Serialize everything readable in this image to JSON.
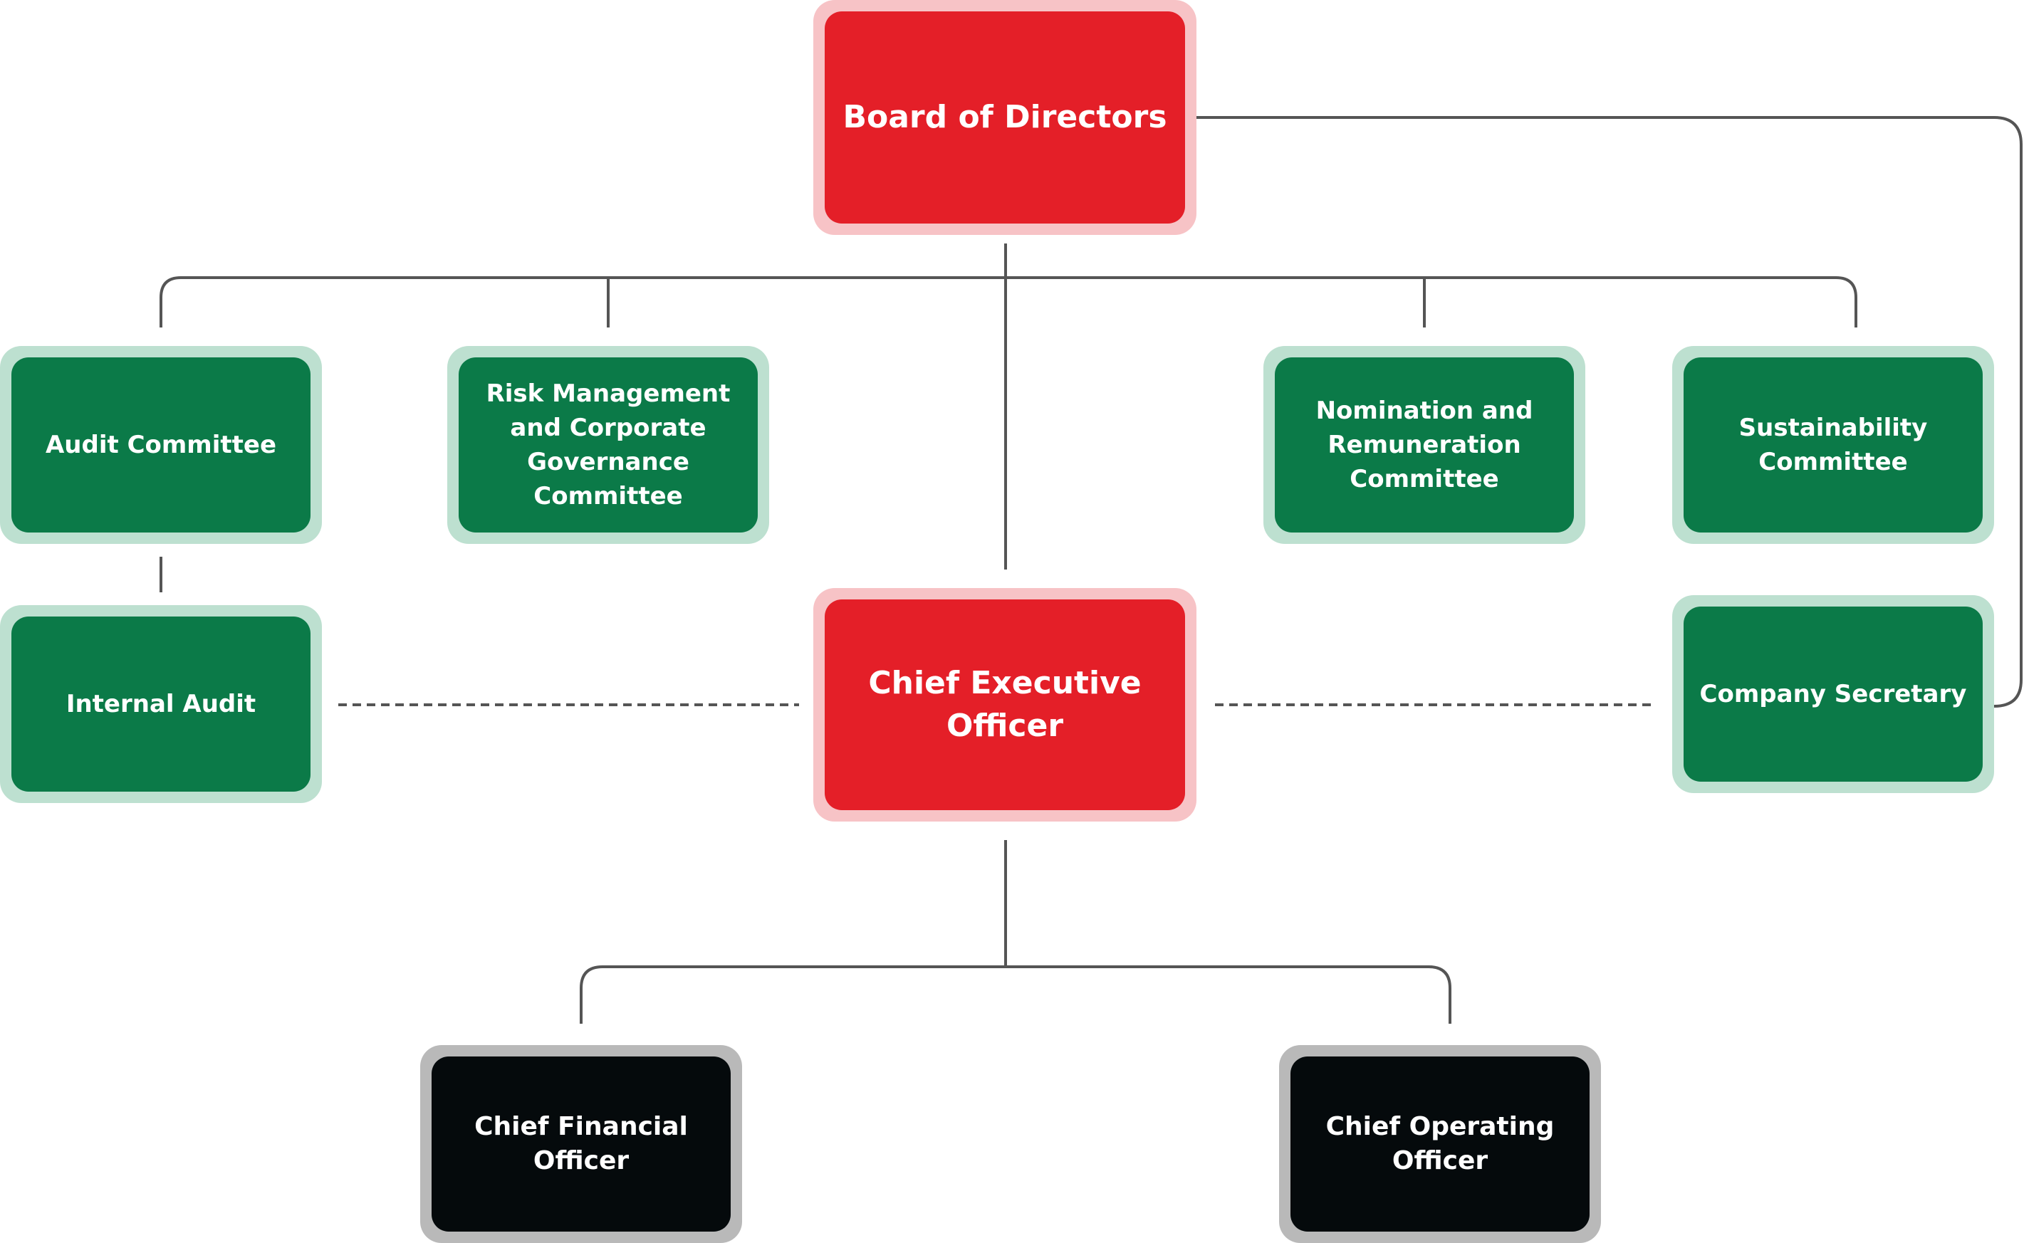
{
  "nodes": {
    "board": {
      "label": "Board of Directors"
    },
    "ceo": {
      "label": "Chief Executive\nOfficer"
    },
    "audit_committee": {
      "label": "Audit Committee"
    },
    "risk_committee": {
      "label": "Risk Management\nand Corporate\nGovernance\nCommittee"
    },
    "nomination_committee": {
      "label": "Nomination and\nRemuneration\nCommittee"
    },
    "sustainability_committee": {
      "label": "Sustainability\nCommittee"
    },
    "internal_audit": {
      "label": "Internal Audit"
    },
    "company_secretary": {
      "label": "Company Secretary"
    },
    "cfo": {
      "label": "Chief Financial\nOfficer"
    },
    "coo": {
      "label": "Chief Operating\nOfficer"
    }
  },
  "colors": {
    "executive": "#e41f28",
    "executive_border": "#f7c3c6",
    "committee": "#0b7a48",
    "committee_border": "#bde0d0",
    "officer": "#050a0c",
    "officer_border": "#b9b9b9",
    "connector": "#555555"
  }
}
